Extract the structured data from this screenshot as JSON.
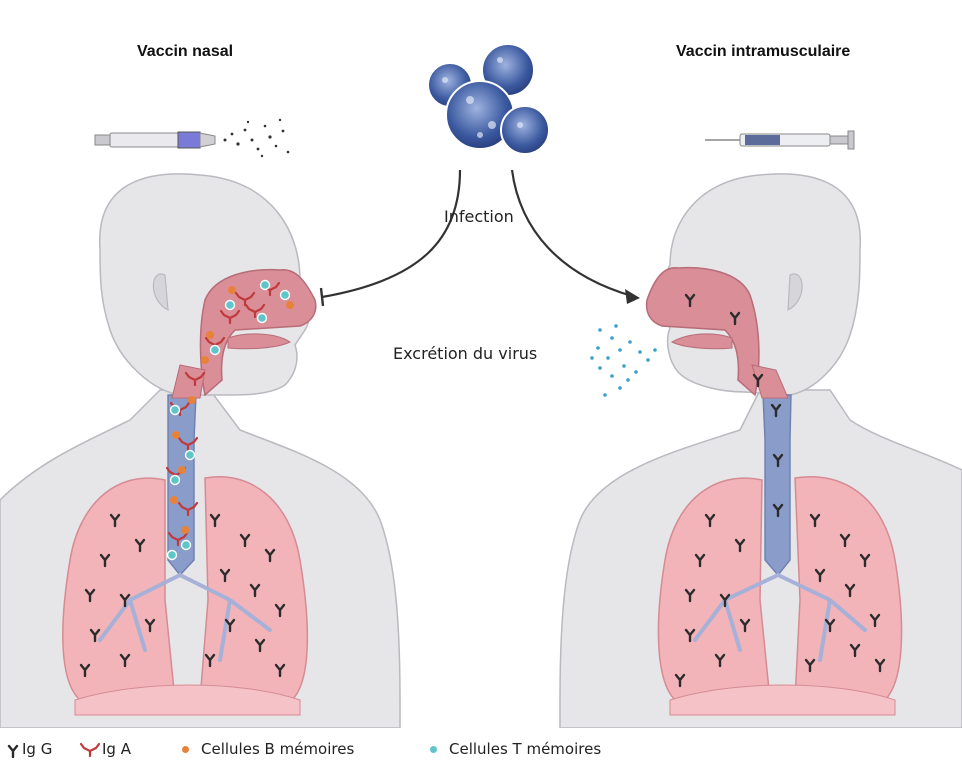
{
  "titles": {
    "left": "Vaccin nasal",
    "right": "Vaccin intramusculaire"
  },
  "labels": {
    "infection": "Infection",
    "excretion": "Excrétion du virus"
  },
  "legend": {
    "igg": "Ig G",
    "iga": "Ig A",
    "b_cells": "Cellules B mémoires",
    "t_cells": "Cellules T mémoires"
  },
  "colors": {
    "igg": "#2b2b2b",
    "iga": "#c0393b",
    "b_cells": "#e8823a",
    "t_cells": "#5ec6c9",
    "skin": "#e6e6e9",
    "lung": "#f2b3b9",
    "airway": "#d98e98",
    "trachea": "#8a9cc9",
    "virus": "#3c5aa0"
  },
  "icons": {
    "virus": "coronavirus-icon",
    "nasal_syringe": "nasal-spray-syringe-icon",
    "im_syringe": "syringe-icon",
    "arrow_inhibit": "inhibition-arrow-icon",
    "arrow_infect": "arrow-icon"
  }
}
